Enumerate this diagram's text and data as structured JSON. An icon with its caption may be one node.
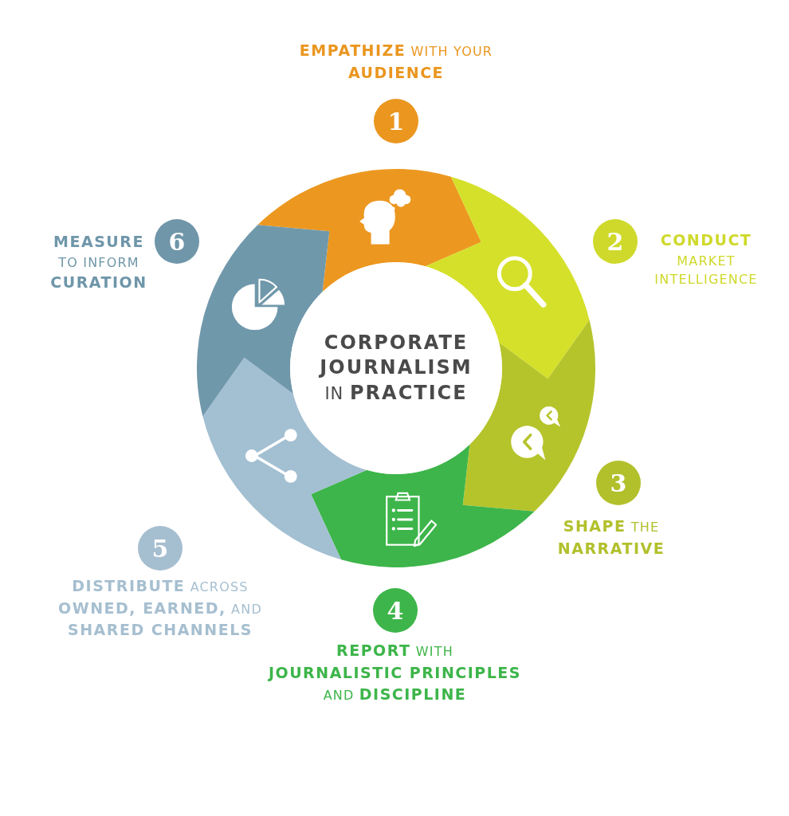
{
  "diagram": {
    "nodes": [
      {
        "text": [
          "**CORPORATE JOURNALISM** IN **PRACTICE**"
        ]
      },
      {
        "text": [
          "1"
        ],
        "beside": [
          "**EMPATHIZE** WITH YOUR **AUDIENCE**"
        ]
      },
      {
        "text": [
          "2"
        ],
        "beside": [
          "**CONDUCT** MARKET INTELLIGENCE"
        ]
      },
      {
        "text": [
          "3"
        ],
        "beside": [
          "**SHAPE** THE **NARRATIVE**"
        ]
      },
      {
        "text": [
          "4"
        ],
        "beside": [
          "**REPORT** WITH **JOURNALISTIC PRINCIPLES** AND **DISCIPLINE**"
        ]
      },
      {
        "text": [
          "5"
        ],
        "beside": [
          "**DISTRIBUTE** ACROSS **OWNED, EARNED,** AND **SHARED CHANNELS**"
        ]
      },
      {
        "text": [
          "6"
        ],
        "beside": [
          "**MEASURE** TO INFORM **CURATION**"
        ]
      },
      {
        "text": [],
        "shape": "arrow"
      },
      {
        "text": [],
        "shape": "arrow"
      },
      {
        "text": [],
        "shape": "arrow"
      },
      {
        "text": [],
        "shape": "arrow"
      },
      {
        "text": [],
        "shape": "arrow"
      },
      {
        "text": [],
        "shape": "arrow"
      }
    ]
  }
}
